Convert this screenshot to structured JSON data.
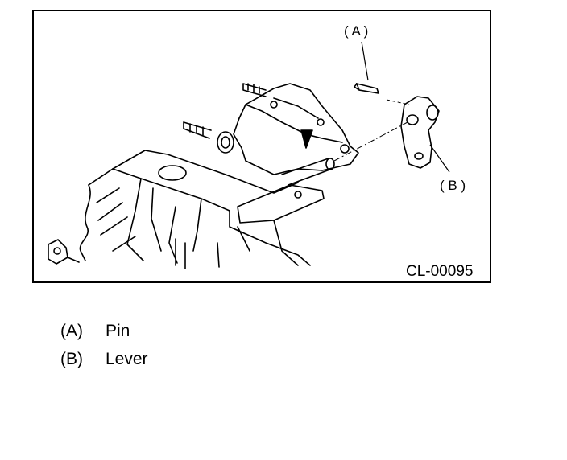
{
  "figure": {
    "callouts": [
      {
        "id": "A",
        "label": "( A )"
      },
      {
        "id": "B",
        "label": "( B )"
      }
    ],
    "figure_id": "CL-00095"
  },
  "legend": [
    {
      "key": "(A)",
      "text": "Pin"
    },
    {
      "key": "(B)",
      "text": "Lever"
    }
  ]
}
